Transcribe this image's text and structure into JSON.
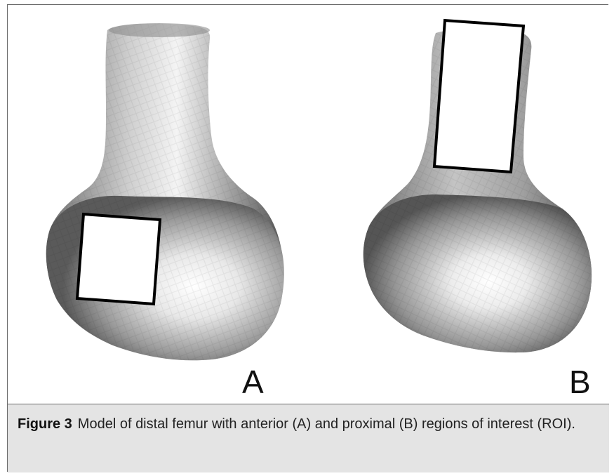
{
  "figure": {
    "panels": [
      {
        "label": "A",
        "roi": "anterior"
      },
      {
        "label": "B",
        "roi": "proximal"
      }
    ],
    "caption": {
      "number": "Figure 3",
      "text": "Model of distal femur with anterior (A) and proximal (B) regions of interest (ROI)."
    }
  }
}
